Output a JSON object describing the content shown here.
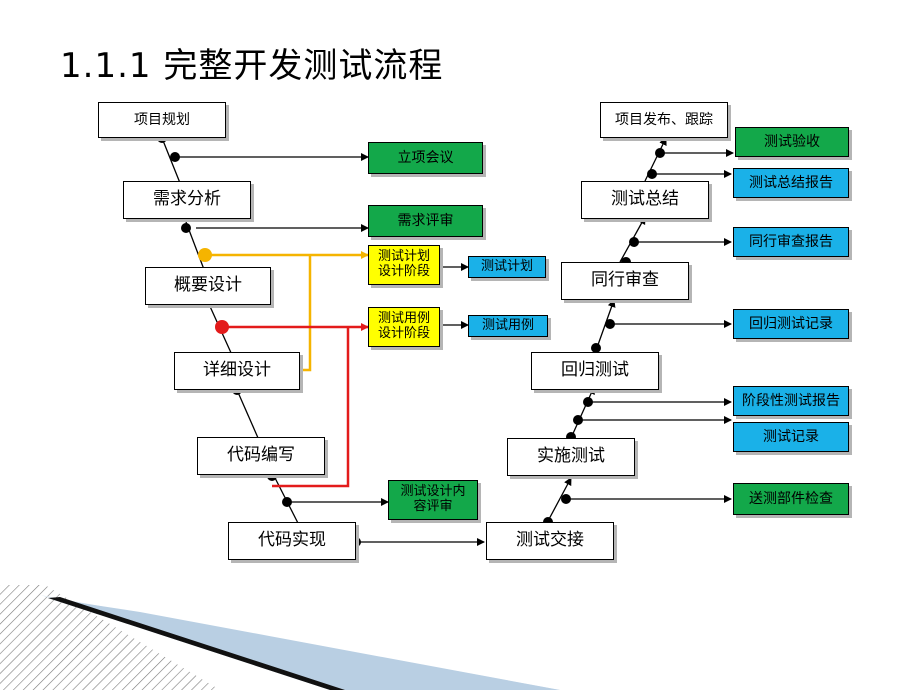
{
  "title": "1.1.1 完整开发测试流程",
  "nodes": {
    "project_planning": "项目规划",
    "requirement_analysis": "需求分析",
    "outline_design": "概要设计",
    "detail_design": "详细设计",
    "code_writing": "代码编写",
    "code_implementation": "代码实现",
    "test_handover": "测试交接",
    "test_execution": "实施测试",
    "regression_test": "回归测试",
    "peer_review": "同行审查",
    "test_summary": "测试总结",
    "release_tracking": "项目发布、跟踪"
  },
  "outputs": {
    "kickoff_meeting": "立项会议",
    "requirement_review": "需求评审",
    "test_plan_stage": "测试计划\n设计阶段",
    "test_plan": "测试计划",
    "test_case_stage": "测试用例\n设计阶段",
    "test_cases": "测试用例",
    "test_design_review": "测试设计内\n容评审",
    "submission_check": "送测部件检查",
    "test_record": "测试记录",
    "phase_report": "阶段性测试报告",
    "regression_record": "回归测试记录",
    "peer_review_report": "同行审查报告",
    "summary_report": "测试总结报告",
    "acceptance": "测试验收"
  },
  "colors": {
    "green": "#13a84a",
    "blue": "#1ab1e8",
    "yellow": "#ffff00",
    "orange_line": "#f5b400",
    "red_line": "#e31b1b"
  }
}
